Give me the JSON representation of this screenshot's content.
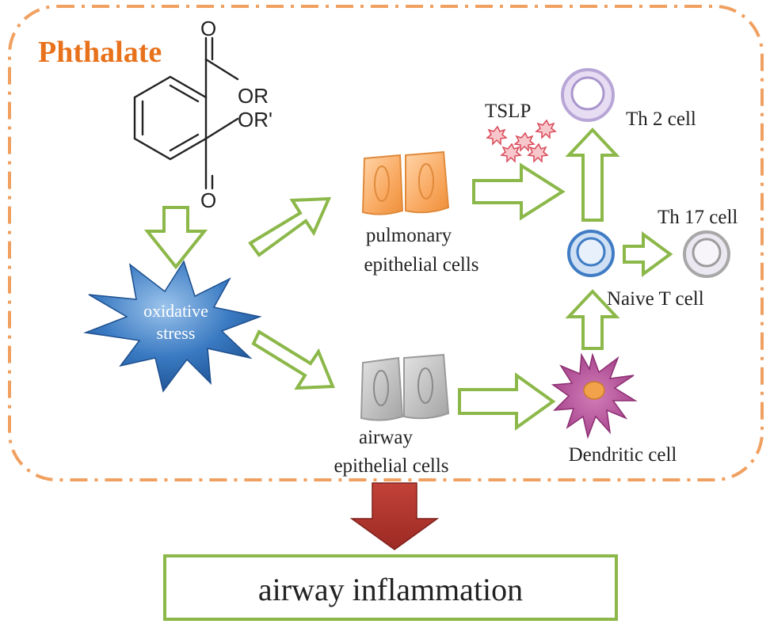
{
  "title": "Phthalate",
  "molecule": {
    "o_top": "O",
    "or_top": "OR",
    "or_bottom": "OR'",
    "o_bottom": "O"
  },
  "stress": {
    "line1": "oxidative",
    "line2": "stress"
  },
  "pulmonary": {
    "line1": "pulmonary",
    "line2": "epithelial cells"
  },
  "airway": {
    "line1": "airway",
    "line2": "epithelial cells"
  },
  "tslp": "TSLP",
  "th2": "Th 2 cell",
  "th17": "Th 17 cell",
  "naive": "Naive T cell",
  "dendritic": "Dendritic cell",
  "outcome": "airway inflammation",
  "colors": {
    "title": "#e8721c",
    "dashed_border": "#f0a060",
    "green_arrow": "#8cb84a",
    "red_arrow": "#b5332c",
    "pulmonary_cell": "#f7a55c",
    "airway_cell": "#b8b8b8",
    "star_blue": "#2f6fb5",
    "th2": "#b7a6d6",
    "naive": "#3f7cc4",
    "th17": "#a8a8a8",
    "dendritic": "#b04c96",
    "tslp_star": "#d94a5a",
    "outcome_border": "#8cb84a"
  }
}
